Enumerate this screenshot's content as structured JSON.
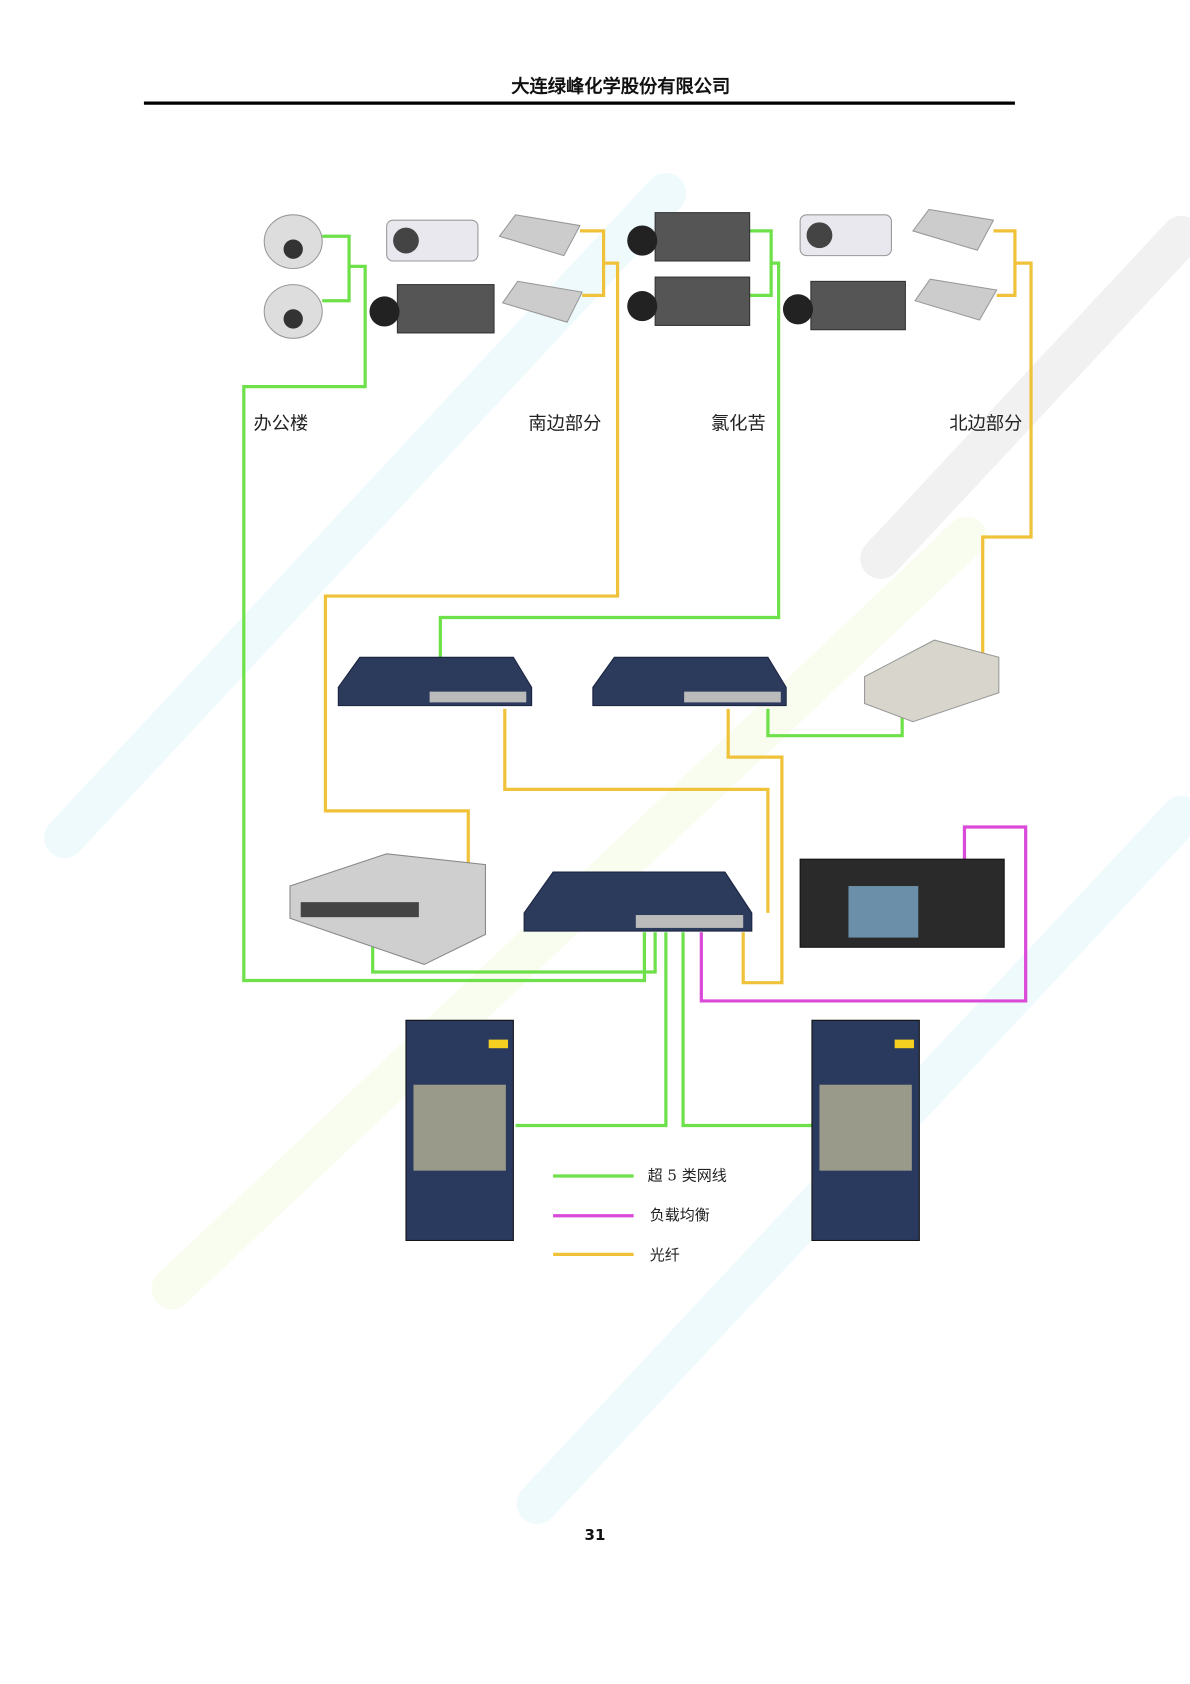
{
  "header": {
    "company": "大连绿峰化学股份有限公司"
  },
  "areas": [
    "办公楼",
    "南边部分",
    "氯化苦",
    "北边部分"
  ],
  "legend": [
    {
      "label": "超 5 类网线",
      "color": "#6ee04a"
    },
    {
      "label": "负载均衡",
      "color": "#d94ad9"
    },
    {
      "label": "光纤",
      "color": "#f0c23a"
    }
  ],
  "page_number": "31"
}
